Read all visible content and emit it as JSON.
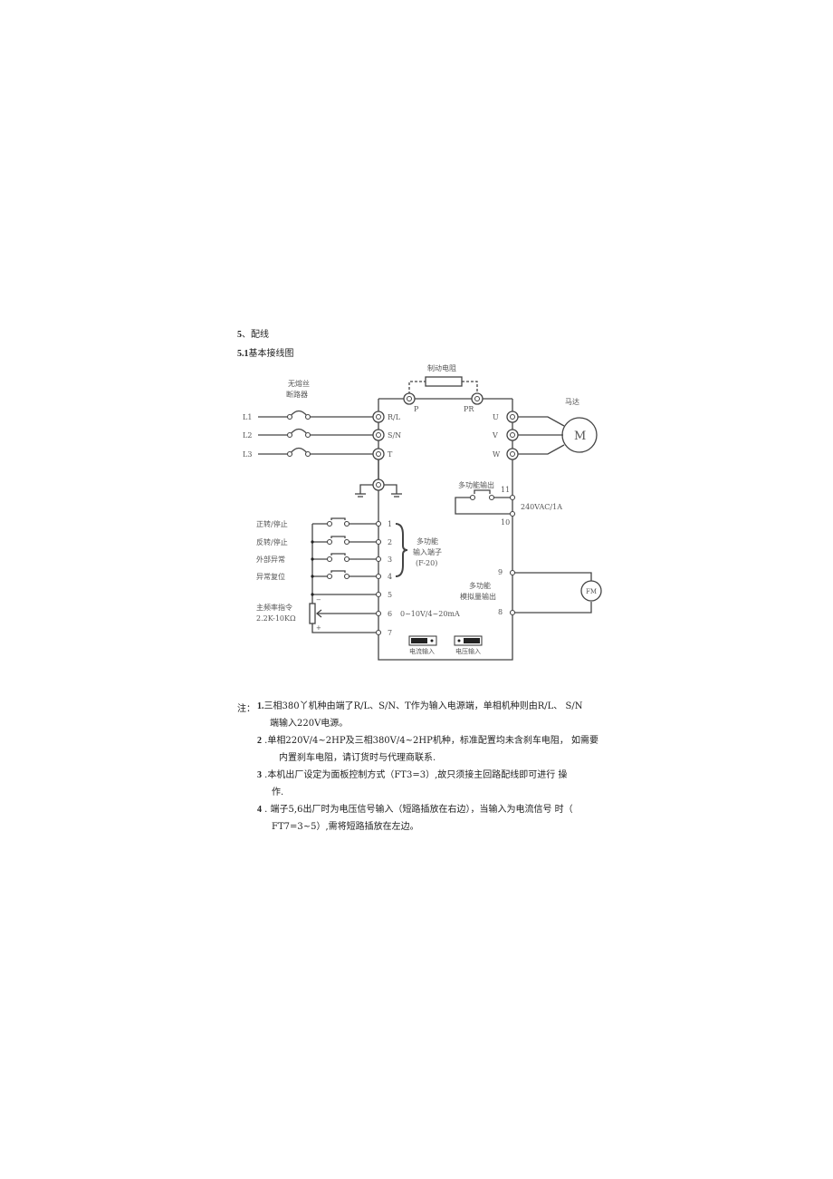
{
  "section": {
    "number": "5",
    "title": "、配线",
    "subsection_number": "5.1",
    "subsection_title": "基本接线图"
  },
  "diagram": {
    "breaker_label_line1": "无熔丝",
    "breaker_label_line2": "断路器",
    "inputs": [
      "L1",
      "L2",
      "L3"
    ],
    "input_terminals": [
      "R/L",
      "S/N",
      "T"
    ],
    "brake_resistor_label": "制动电阻",
    "brake_terminals": [
      "P",
      "PR"
    ],
    "output_terminals": [
      "U",
      "V",
      "W"
    ],
    "motor_label": "马达",
    "motor_symbol": "M",
    "relay_output_label": "多功能输出",
    "relay_terminals": [
      "11",
      "10"
    ],
    "relay_rating": "240VAC/1A",
    "control_inputs": [
      {
        "label": "正转/停止",
        "terminal": "1"
      },
      {
        "label": "反转/停止",
        "terminal": "2"
      },
      {
        "label": "外部异常",
        "terminal": "3"
      },
      {
        "label": "异常复位",
        "terminal": "4"
      }
    ],
    "multi_input_label_line1": "多功能",
    "multi_input_label_line2": "输入端子",
    "multi_input_label_line3": "(F-20)",
    "terminal_5": "5",
    "terminal_6": "6",
    "terminal_7": "7",
    "freq_cmd_line1": "主频率指令",
    "freq_cmd_line2": "2.2K-10KΩ",
    "analog_input_range": "0~10V/4~20mA",
    "analog_out_label_line1": "多功能",
    "analog_out_label_line2": "模拟量输出",
    "analog_out_terminals": [
      "9",
      "8"
    ],
    "meter_symbol": "FM",
    "jumper_current_label": "电流输入",
    "jumper_voltage_label": "电压输入",
    "pot_minus": "−",
    "pot_plus": "+"
  },
  "notes": {
    "prefix": "注：",
    "items": [
      {
        "num": "1.",
        "line1": "三相380丫机种由端了R/L、S/N、T作为输入电源端，单相机种则由R/L、 S/N",
        "line2": "端输入220V电源。"
      },
      {
        "num": "2",
        "line1": " .单相220V/4~2HP及三相380V/4~2HP机种，标准配置均未含刹车电阻， 如需要",
        "line2": "内置刹车电阻，请订货时与代理商联系."
      },
      {
        "num": "3",
        "line1": " .本机出厂设定为面板控制方式（FT3=3）,故只须接主回路配线即可进行 操",
        "line2": "作."
      },
      {
        "num": "4",
        "line1": " . 端子5,6出厂时为电压信号输入（短路插放在右边），当输入为电流信号 时（",
        "line2": "FT7=3~5）,需将短路插放在左边。"
      }
    ]
  }
}
